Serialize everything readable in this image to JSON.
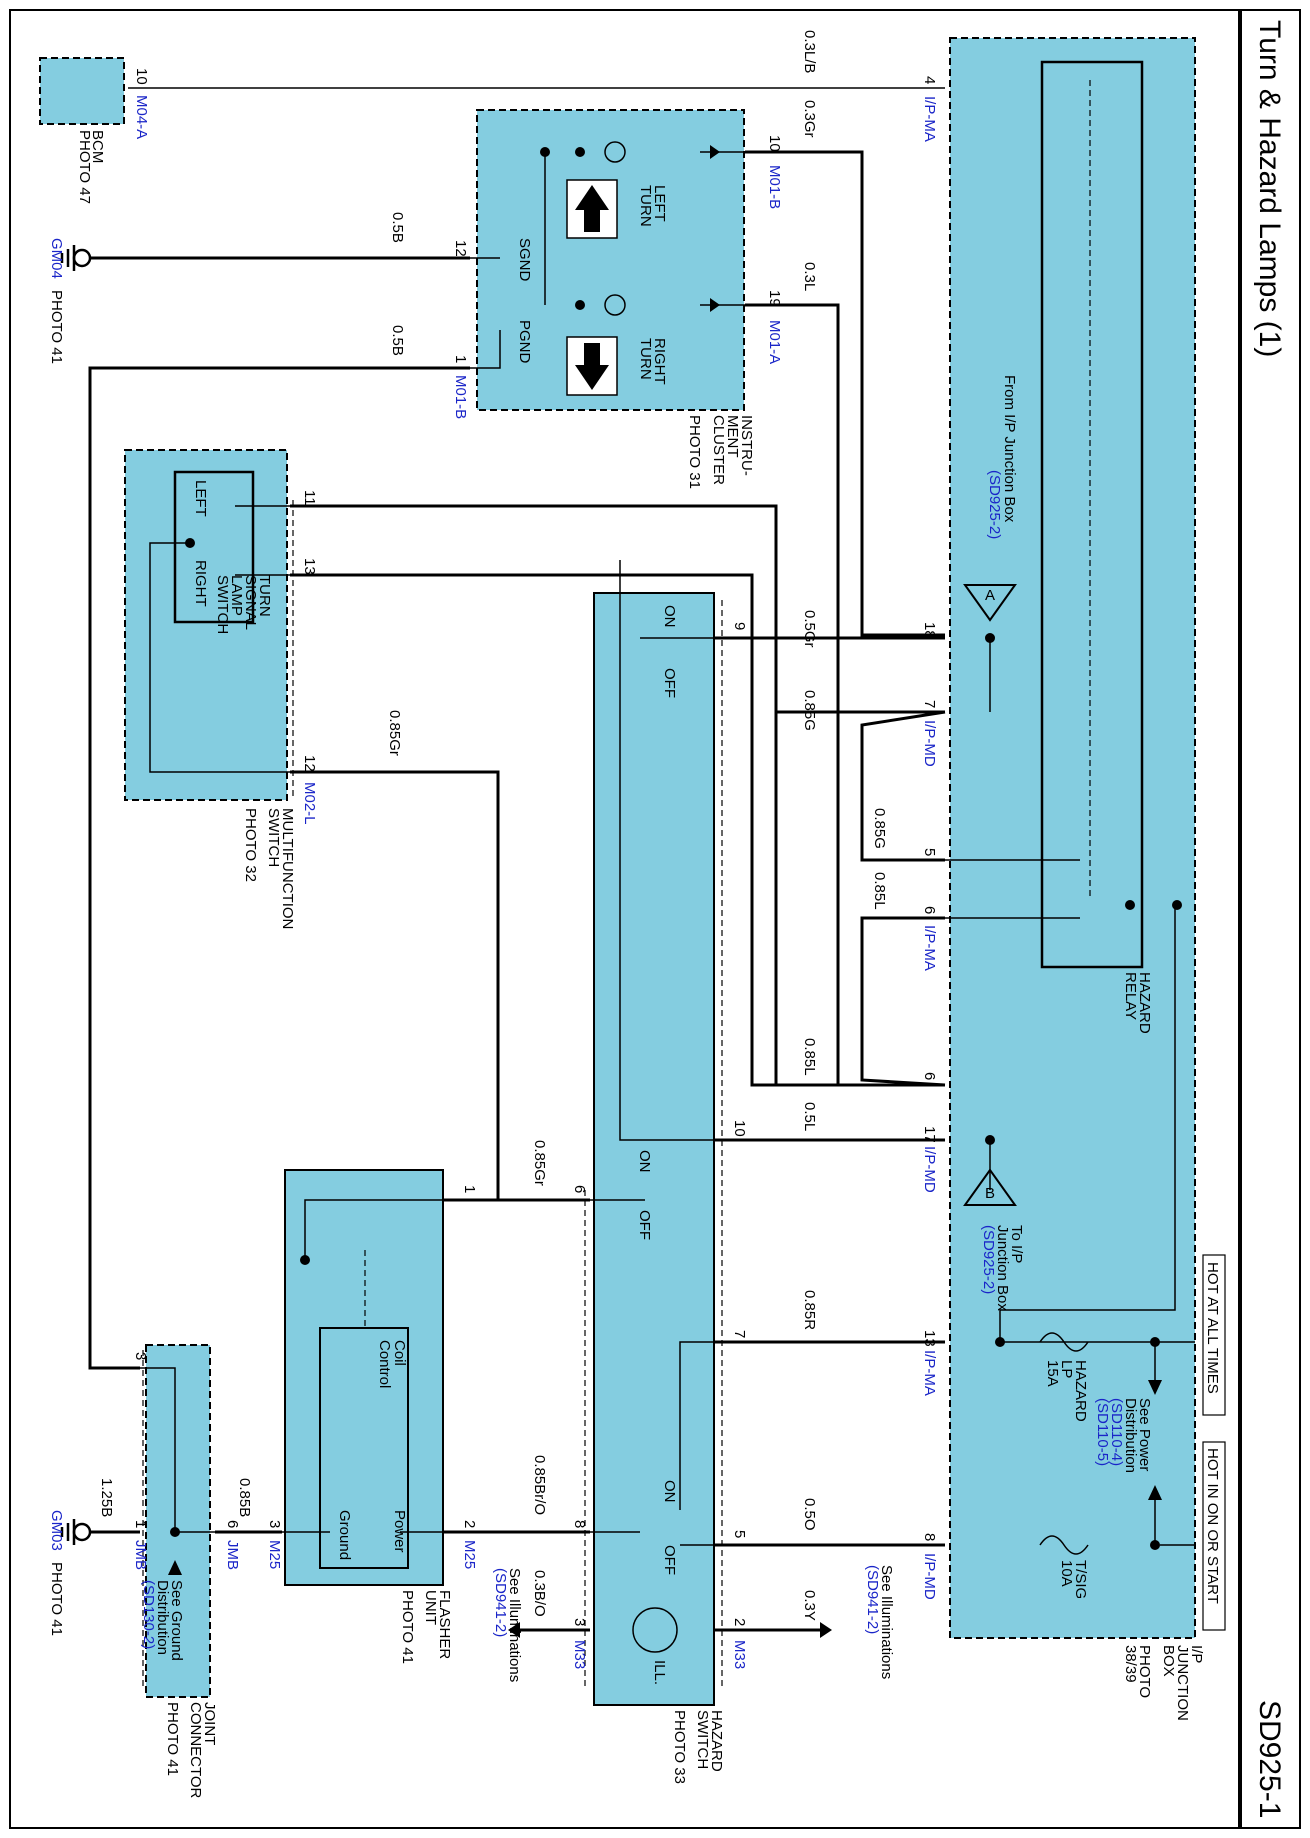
{
  "header": {
    "title": "Turn & Hazard Lamps (1)",
    "code": "SD925-1"
  },
  "components": {
    "bcm": {
      "name": "BCM",
      "photo": "PHOTO 47",
      "connector": "M04-A",
      "pin": "10"
    },
    "instrument_cluster": {
      "name_lines": [
        "INSTRU-",
        "MENT",
        "CLUSTER"
      ],
      "photo": "PHOTO 31",
      "left_turn": [
        "LEFT",
        "TURN"
      ],
      "right_turn": [
        "RIGHT",
        "TURN"
      ],
      "sgnd": "SGND",
      "pgnd": "PGND",
      "pins": {
        "left": "10",
        "right": "19",
        "sgnd": "12",
        "pgnd": "1"
      },
      "connectors": {
        "left": "M01-B",
        "right": "M01-A",
        "pgnd": "M01-B"
      }
    },
    "gm04": {
      "name": "GM04",
      "photo": "PHOTO 41"
    },
    "gm03": {
      "name": "GM03",
      "photo": "PHOTO 41"
    },
    "multifunction_switch": {
      "name_lines": [
        "MULTIFUNCTION",
        "SWITCH"
      ],
      "photo": "PHOTO 32",
      "inner_lines": [
        "TURN",
        "SIGNAL",
        "LAMP",
        "SWITCH"
      ],
      "left": "LEFT",
      "right": "RIGHT",
      "pins": [
        "11",
        "13",
        "12"
      ],
      "connector": "M02-L"
    },
    "hazard_switch": {
      "name_lines": [
        "HAZARD",
        "SWITCH"
      ],
      "photo": "PHOTO 33",
      "on": "ON",
      "off": "OFF",
      "ill": "ILL.",
      "pins": [
        "9",
        "10",
        "6",
        "7",
        "8",
        "5",
        "3",
        "2"
      ],
      "connector": "M33"
    },
    "flasher_unit": {
      "name_lines": [
        "FLASHER",
        "UNIT"
      ],
      "photo": "PHOTO 41",
      "coil": [
        "Coil",
        "Control"
      ],
      "power": "Power",
      "ground": "Ground",
      "pins": [
        "1",
        "2",
        "3"
      ],
      "connector": "M25"
    },
    "joint_connector": {
      "name_lines": [
        "JOINT",
        "CONNECTOR"
      ],
      "photo": "PHOTO 41",
      "pins": [
        "3",
        "1",
        "6"
      ],
      "connector": "JMB",
      "see": [
        "See Ground",
        "Distribution"
      ],
      "ref": "(SD130-2)"
    },
    "ip_junction_box": {
      "name_lines": [
        "I/P",
        "JUNCTION",
        "BOX"
      ],
      "photo_lines": [
        "PHOTO",
        "38/39"
      ],
      "relay_lines": [
        "HAZARD",
        "RELAY"
      ],
      "from_lines": [
        "From I/P Junction Box"
      ],
      "from_ref": "(SD925-2)",
      "to_lines": [
        "To I/P",
        "Junction Box"
      ],
      "to_ref": "(SD925-2)",
      "a": "A",
      "b": "B",
      "fuse_hazard": [
        "HAZARD",
        "LP",
        "15A"
      ],
      "fuse_tsig": [
        "T/SIG",
        "10A"
      ],
      "hot_all": "HOT AT ALL TIMES",
      "hot_on": "HOT IN ON OR START",
      "see_power": [
        "See Power",
        "Distribution"
      ],
      "power_refs": [
        "(SD110-4)",
        "(SD110-5)"
      ],
      "pins": [
        "4",
        "18",
        "7",
        "5",
        "6",
        "6",
        "17",
        "13",
        "8"
      ],
      "connectors": [
        "I/P-MA",
        "I/P-MD",
        "I/P-MA",
        "I/P-MD",
        "I/P-MA",
        "I/P-MD"
      ]
    }
  },
  "wires": [
    "0.3L/B",
    "0.3Gr",
    "0.3L",
    "0.5B",
    "0.5B",
    "0.5Gr",
    "0.85G",
    "0.85G",
    "0.85L",
    "0.85L",
    "0.5L",
    "0.85Gr",
    "0.85Gr",
    "0.85R",
    "0.85B",
    "1.25B",
    "0.85Br/O",
    "0.3B/O",
    "0.5O",
    "0.3Y"
  ],
  "see_illum": {
    "text": "See Illuminations",
    "ref": "(SD941-2)"
  }
}
